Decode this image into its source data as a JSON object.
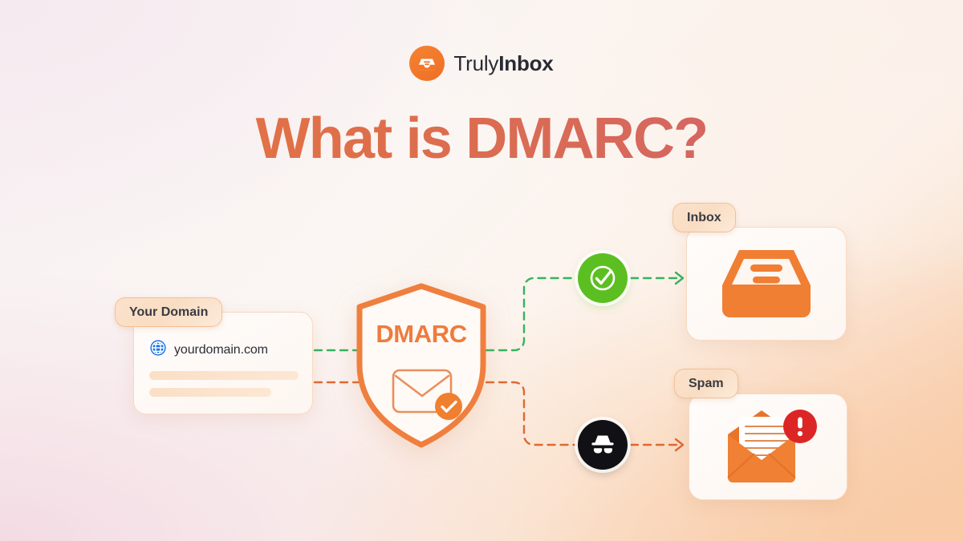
{
  "brand": {
    "logo_icon": "inbox-tray-icon",
    "name_light": "Truly",
    "name_bold": "Inbox",
    "logo_color": "#F1762A"
  },
  "title": {
    "text": "What is DMARC?",
    "gradient_from": "#E8763C",
    "gradient_to": "#CE5F72"
  },
  "diagram": {
    "source": {
      "badge": "Your Domain",
      "icon": "globe-icon",
      "icon_color": "#1A73E8",
      "domain": "yourdomain.com",
      "placeholder_bars": 2
    },
    "gate": {
      "label": "DMARC",
      "icon": "shield-icon",
      "inner_icon": "envelope-check-icon",
      "color": "#EE7B3C"
    },
    "branches": [
      {
        "verdict": "pass",
        "icon": "check-circle-icon",
        "icon_color": "#5CBF21",
        "line_color": "#35B35F",
        "line_style": "dashed",
        "destination_badge": "Inbox",
        "destination_icon": "inbox-tray-icon",
        "destination_icon_color": "#F07E33"
      },
      {
        "verdict": "fail",
        "icon": "incognito-spy-icon",
        "icon_color": "#111115",
        "line_color": "#DD6A33",
        "line_style": "dashed",
        "destination_badge": "Spam",
        "destination_icon": "envelope-alert-icon",
        "destination_icon_color": "#F07E33",
        "destination_alert_color": "#DC2626"
      }
    ]
  },
  "background": {
    "top_left": "#F5EAF0",
    "bottom_left": "#F3DBE4",
    "bottom_right": "#F9CBA6",
    "center": "#FBF6F3"
  }
}
